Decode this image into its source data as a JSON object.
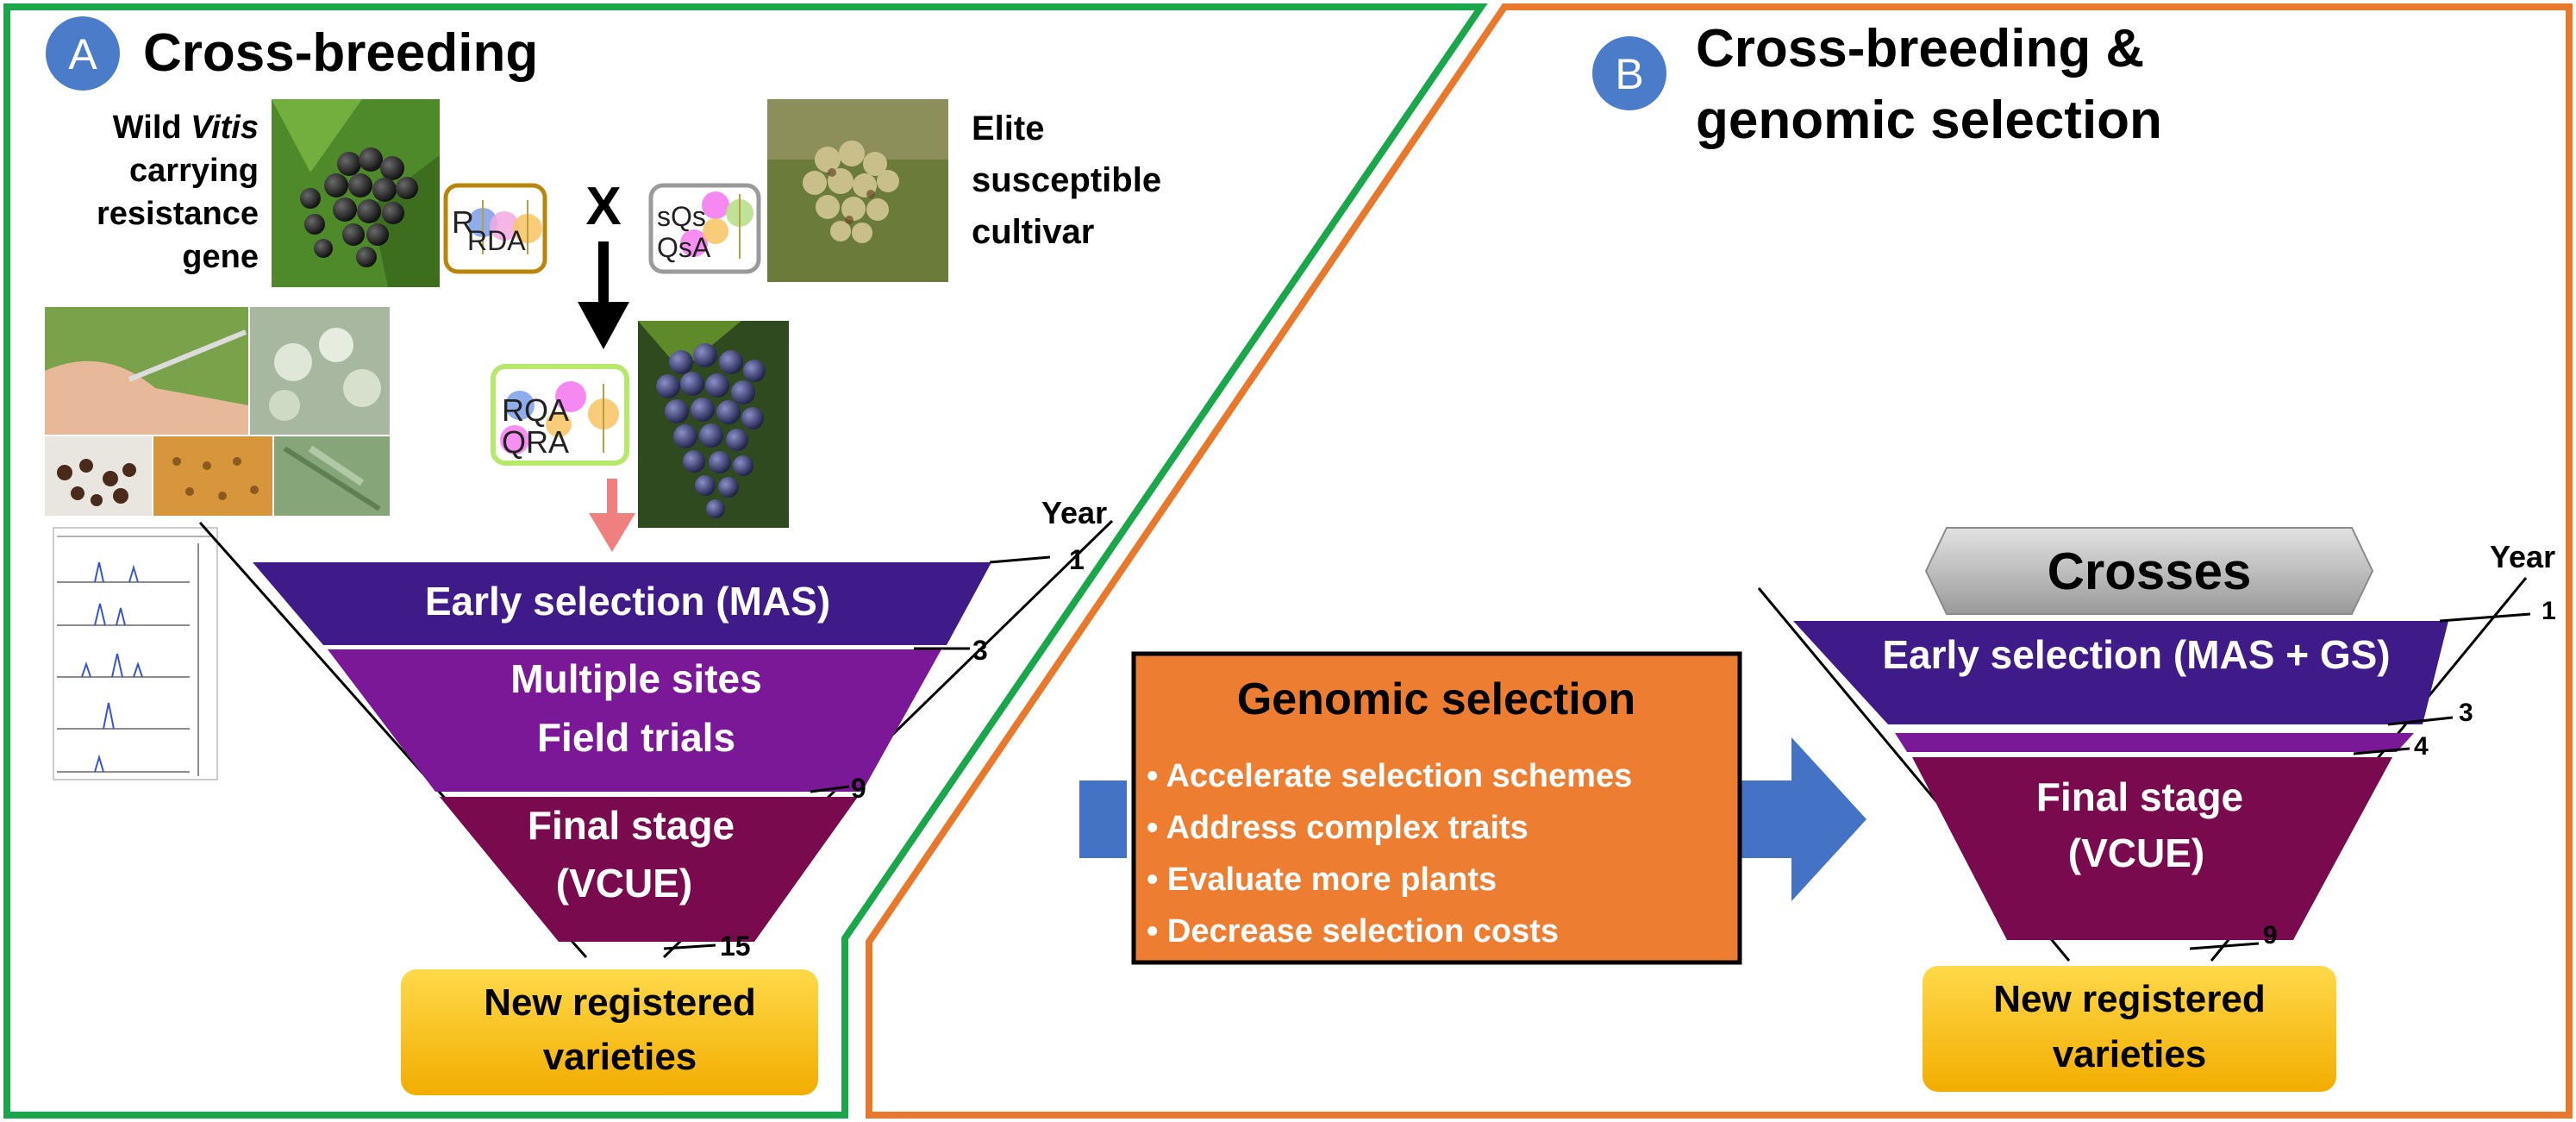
{
  "panel_a": {
    "badge": "A",
    "title": "Cross-breeding",
    "wild_label": {
      "line1_pre": "Wild ",
      "line1_italic": "Vitis",
      "line2": "carrying",
      "line3": "resistance",
      "line4": "gene"
    },
    "wild_genotype": {
      "top": "R",
      "bottom": "RDA"
    },
    "cross_symbol": "X",
    "elite_genotype": {
      "top": "sQs",
      "bottom": "QsA"
    },
    "elite_label": {
      "line1": "Elite",
      "line2": "susceptible",
      "line3": "cultivar"
    },
    "offspring_genotype": {
      "top": "RQA",
      "bottom": "QRA"
    },
    "year_label": "Year",
    "stages": [
      {
        "line1": "Early selection (MAS)",
        "line2": ""
      },
      {
        "line1": "Multiple sites",
        "line2": "Field trials"
      },
      {
        "line1": "Final stage",
        "line2": "(VCUE)"
      }
    ],
    "years": [
      "1",
      "3",
      "9",
      "15"
    ],
    "result": {
      "line1": "New registered",
      "line2": "varieties"
    }
  },
  "panel_b": {
    "badge": "B",
    "title_line1": "Cross-breeding &",
    "title_line2": "genomic selection",
    "gs_box": {
      "title": "Genomic selection",
      "bullets": [
        "Accelerate selection schemes",
        "Address complex traits",
        "Evaluate more plants",
        "Decrease selection costs"
      ]
    },
    "crosses": "Crosses",
    "year_label": "Year",
    "stages": [
      {
        "line1": "Early selection (MAS + GS)",
        "line2": ""
      },
      {
        "line1": "",
        "line2": ""
      },
      {
        "line1": "Final stage",
        "line2": "(VCUE)"
      }
    ],
    "years": [
      "1",
      "3",
      "4",
      "9"
    ],
    "result": {
      "line1": "New registered",
      "line2": "varieties"
    }
  },
  "colors": {
    "panel_a_border": "#1aa64a",
    "panel_b_border": "#e8782c",
    "badge": "#4a7cc9",
    "stage_early": "#3f1b8a",
    "stage_field": "#7a1898",
    "stage_final": "#7a0a4e",
    "result_box": "#f5b80c",
    "gs_box": "#ed7d31",
    "arrow": "#4472c4",
    "crosses": "#bfbfbf",
    "pink_arrow": "#f08080"
  }
}
